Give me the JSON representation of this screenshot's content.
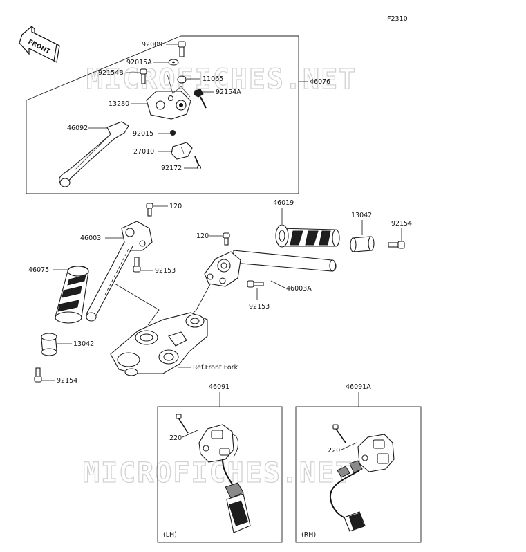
{
  "diagram": {
    "figure_code": "F2310",
    "front_label": "FRONT",
    "watermark": "MICROFICHES.NET",
    "ref_text": "Ref.Front Fork",
    "lh_label": "(LH)",
    "rh_label": "(RH)",
    "parts": {
      "p92009": "92009",
      "p92015A": "92015A",
      "p92154B": "92154B",
      "p11065": "11065",
      "p92154A": "92154A",
      "p46076": "46076",
      "p13280": "13280",
      "p46092": "46092",
      "p92015": "92015",
      "p27010": "27010",
      "p92172": "92172",
      "p120a": "120",
      "p46003": "46003",
      "p92153a": "92153",
      "p46075": "46075",
      "p13042a": "13042",
      "p92154a": "92154",
      "p46019": "46019",
      "p13042b": "13042",
      "p92154b": "92154",
      "p120b": "120",
      "p46003A": "46003A",
      "p92153b": "92153",
      "p46091": "46091",
      "p46091A": "46091A",
      "p220a": "220",
      "p220b": "220"
    }
  }
}
